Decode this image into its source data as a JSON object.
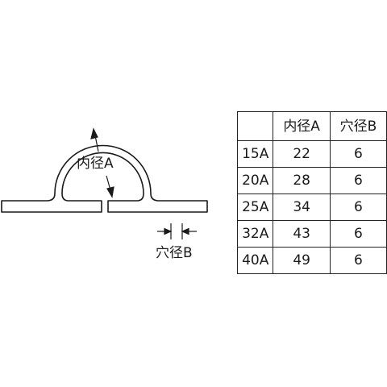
{
  "diagram": {
    "inner_diameter_label": "内径A",
    "hole_diameter_label": "穴径B",
    "stroke_color": "#1a1a1a"
  },
  "table": {
    "headers": [
      "",
      "内径A",
      "穴径B"
    ],
    "rows": [
      [
        "15A",
        "22",
        "6"
      ],
      [
        "20A",
        "28",
        "6"
      ],
      [
        "25A",
        "34",
        "6"
      ],
      [
        "32A",
        "43",
        "6"
      ],
      [
        "40A",
        "49",
        "6"
      ]
    ]
  }
}
